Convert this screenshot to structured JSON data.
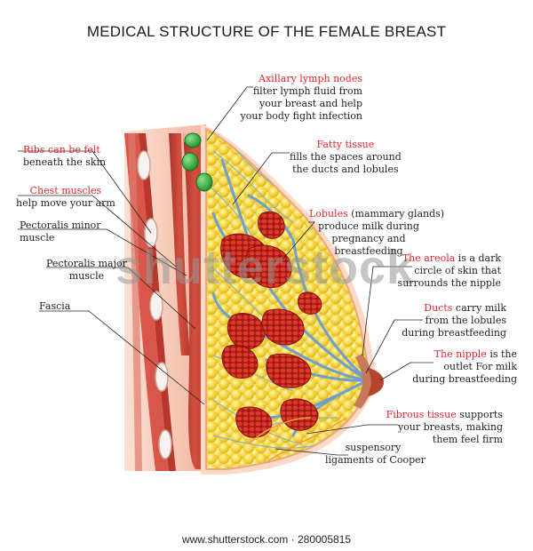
{
  "title": "MEDICAL STRUCTURE OF THE FEMALE BREAST",
  "footer": "www.shutterstock.com · 280005815",
  "watermark": "shutterstock",
  "colors": {
    "highlight": "#e0262b",
    "muscle": "#c9463c",
    "fat": "#f3d23a",
    "lymph_node": "#2fae3a",
    "lobule": "#d8281e",
    "duct": "#6d9fd1",
    "skin": "#fbd9c4"
  },
  "labels": {
    "axillary": {
      "highlight": "Axillary lymph nodes",
      "line1": "filter lymph fluid  from",
      "line2": "your breast and help",
      "line3": "your body fight infection"
    },
    "fatty": {
      "highlight": "Fatty tissue",
      "line1": "fills the spaces around",
      "line2": "the ducts and lobules"
    },
    "lobules": {
      "highlight": "Lobules",
      "rest": " (mammary glands)",
      "line1": "produce milk during",
      "line2": "pregnancy and",
      "line3": "breastfeeding"
    },
    "areola": {
      "highlight": "The areola",
      "rest": " is a dark",
      "line1": "circle of skin that",
      "line2": "surrounds the nipple"
    },
    "ducts": {
      "highlight": "Ducts",
      "rest": " carry milk",
      "line1": "from the lobules",
      "line2": "during breastfeeding"
    },
    "nipple": {
      "highlight": "The nipple",
      "rest": " is the",
      "line1": "outlet For milk",
      "line2": "during breastfeeding"
    },
    "fibrous": {
      "highlight": "Fibrous tissue",
      "rest": " supports",
      "line1": "your breasts, making",
      "line2": "them feel firm"
    },
    "suspensory": {
      "line1": "suspensory",
      "line2": "ligaments of Cooper"
    },
    "ribs": {
      "highlight": "Ribs can be felt",
      "line1": "beneath the skin"
    },
    "chest": {
      "highlight": "Chest muscles",
      "line1": "help move your arm"
    },
    "pec_minor": {
      "line1": "Pectoralis minor",
      "line2": "muscle"
    },
    "pec_major": {
      "line1": "Pectoralis major",
      "line2": "muscle"
    },
    "fascia": {
      "line1": "Fascia"
    }
  }
}
